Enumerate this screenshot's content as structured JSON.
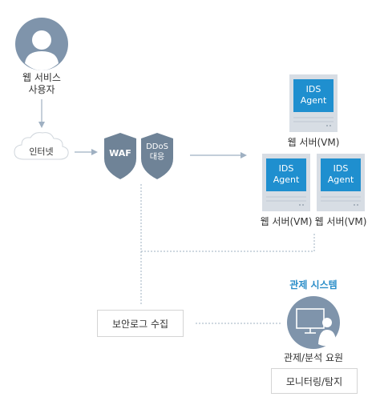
{
  "user": {
    "label_line1": "웹 서비스",
    "label_line2": "사용자"
  },
  "internet": {
    "label": "인터넷"
  },
  "waf": {
    "label": "WAF"
  },
  "ddos": {
    "label_line1": "DDoS",
    "label_line2": "대응"
  },
  "servers": [
    {
      "agent_line1": "IDS",
      "agent_line2": "Agent",
      "label": "웹 서버(VM)"
    },
    {
      "agent_line1": "IDS",
      "agent_line2": "Agent",
      "label": "웹 서버(VM)"
    },
    {
      "agent_line1": "IDS",
      "agent_line2": "Agent",
      "label": "웹 서버(VM)"
    }
  ],
  "log_collect": {
    "label": "보안로그 수집"
  },
  "monitor_system": {
    "title": "관제 시스템",
    "operator_label": "관제/분석 요원",
    "task_label": "모니터링/탐지"
  },
  "colors": {
    "shield": "#6f8397",
    "server_body": "#d7dde4",
    "agent": "#1f8fcf",
    "user_circle": "#7f94ab",
    "line": "#9fb0c2",
    "accent": "#2a8dc8"
  }
}
